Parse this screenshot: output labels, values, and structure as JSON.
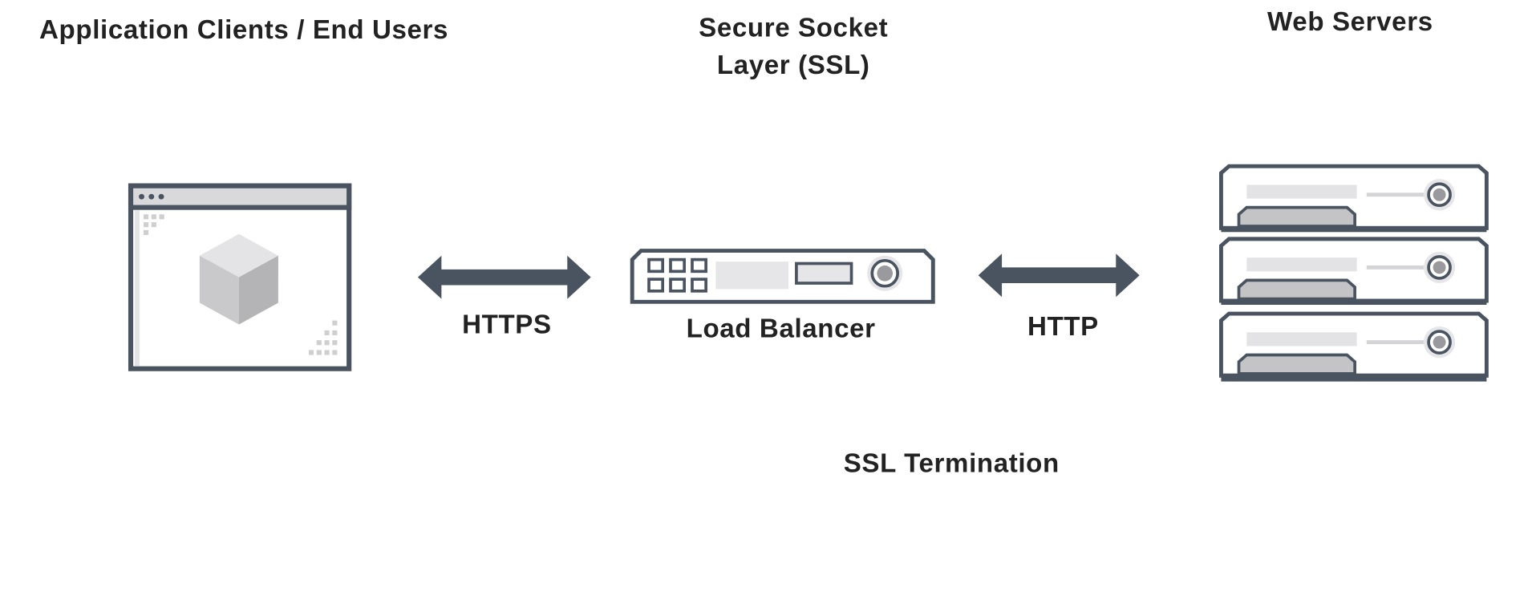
{
  "labels": {
    "clients": "Application Clients / End Users",
    "ssl_line1": "Secure Socket",
    "ssl_line2": "Layer (SSL)",
    "web_servers": "Web Servers",
    "https": "HTTPS",
    "load_balancer": "Load Balancer",
    "http": "HTTP",
    "ssl_termination": "SSL Termination"
  },
  "colors": {
    "outline": "#4a5360",
    "light_gray": "#d9d9db",
    "mid_gray": "#c4c4c6",
    "dot_gray": "#cfcfd2",
    "text": "#222222"
  },
  "icons": {
    "client": "browser-window-cube-icon",
    "load_balancer": "load-balancer-appliance-icon",
    "servers": "server-stack-icon",
    "left_arrow": "double-arrow-icon",
    "right_arrow": "double-arrow-icon"
  }
}
